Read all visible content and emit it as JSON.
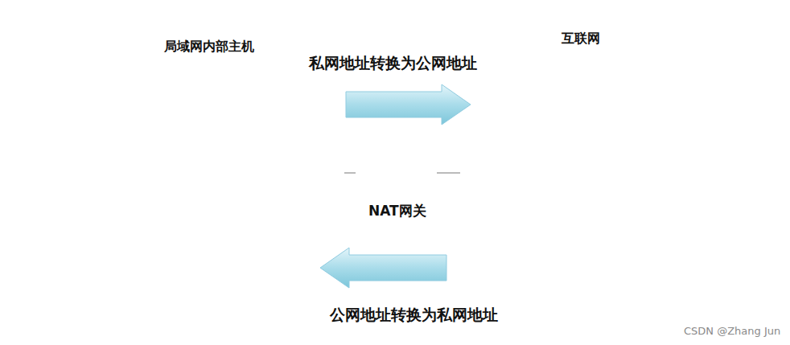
{
  "diagram": {
    "nodes": [
      {
        "text": [
          "局域网内部主机"
        ]
      },
      {
        "text": [
          "NAT网关"
        ]
      },
      {
        "text": [
          "互联网"
        ]
      }
    ],
    "edges": [
      {
        "from": 0,
        "to": 2,
        "arrow": "to",
        "label": "私网地址转换为公网地址"
      },
      {
        "from": 2,
        "to": 0,
        "arrow": "to",
        "label": "公网地址转换为私网地址"
      }
    ],
    "labels": [
      "CSDN @Zhang Jun"
    ]
  }
}
